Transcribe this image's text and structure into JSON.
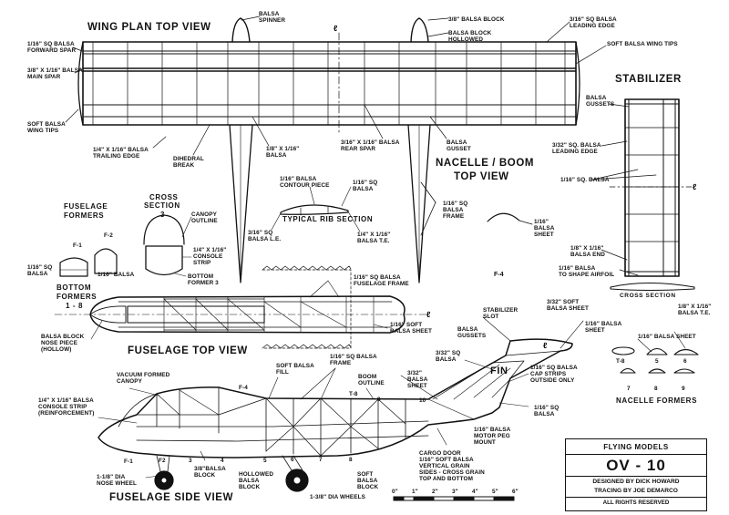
{
  "titles": {
    "wing_plan": "WING PLAN TOP VIEW",
    "stabilizer": "STABILIZER",
    "nacelle_line1": "NACELLE / BOOM",
    "nacelle_line2": "TOP VIEW",
    "fuselage_formers_1": "FUSELAGE",
    "fuselage_formers_2": "FORMERS",
    "cross_section_1": "CROSS",
    "cross_section_2": "SECTION",
    "cross_section_num": "3",
    "typical_rib": "TYPICAL RIB SECTION",
    "bottom_formers_1": "BOTTOM",
    "bottom_formers_2": "FORMERS",
    "bottom_formers_3": "1 - 8",
    "fuselage_top": "FUSELAGE TOP VIEW",
    "fuselage_side": "FUSELAGE SIDE VIEW",
    "fin": "FIN",
    "nacelle_formers": "NACELLE FORMERS",
    "cross_section_stab": "CROSS SECTION"
  },
  "labels": {
    "balsa_spinner": "BALSA\nSPINNER",
    "balsa_block_38": "3/8\" BALSA BLOCK",
    "balsa_block_hollowed": "BALSA BLOCK\nHOLLOWED",
    "sq_leading_edge": "3/16\" SQ BALSA\nLEADING EDGE",
    "soft_wing_tips_r": "SOFT BALSA WING TIPS",
    "fwd_spar": "1/16\" SQ BALSA\nFORWARD SPAR",
    "main_spar": "3/8\" x 1/16\" BALSA\nMAIN SPAR",
    "soft_wing_tips_l": "SOFT BALSA\nWING TIPS",
    "trailing_edge": "1/4\" x 1/16\" BALSA\nTRAILING EDGE",
    "dihedral_break": "DIHEDRAL\nBREAK",
    "balsa_18_116": "1/8\" x 1/16\"\nBALSA",
    "rear_spar": "3/16\" x 1/16\" BALSA\nREAR SPAR",
    "balsa_gusset": "BALSA\nGUSSET",
    "stab_gussets": "BALSA\nGUSSETS",
    "stab_leading": "3/32\" SQ. BALSA\nLEADING EDGE",
    "stab_116sq": "1/16\" SQ. BALSA",
    "contour_piece": "1/16\" BALSA\nCONTOUR PIECE",
    "rib_116sq": "1/16\" SQ\nBALSA",
    "canopy_outline": "CANOPY\nOUTLINE",
    "rib_le": "3/16\" SQ\nBALSA L.E.",
    "rib_te": "1/4\" x 1/16\"\nBALSA T.E.",
    "boom_frame": "1/16\" SQ\nBALSA\nFRAME",
    "boom_sheet": "1/16\"\nBALSA\nSHEET",
    "former_f1": "F-1",
    "former_f2": "F-2",
    "console_strip": "1/4\" x 1/16\"\nCONSOLE\nSTRIP",
    "f1_sq_balsa": "1/16\" SQ\nBALSA",
    "f2_balsa": "1/16\" BALSA",
    "bottom_former_3": "BOTTOM\nFORMER 3",
    "f4": "F-4",
    "balsa_end": "1/8\" x 1/16\"\nBALSA END",
    "shape_airfoil": "1/16\" BALSA\nTO SHAPE AIRFOIL",
    "fuselage_frame": "1/16\" SQ BALSA\nFUSELAGE FRAME",
    "nose_piece": "BALSA BLOCK\nNOSE PIECE\n(HOLLOW)",
    "top_sheet": "1/16\" SOFT\nBALSA SHEET",
    "stab_slot": "STABILIZER\nSLOT",
    "soft_sheet_332": "3/32\" SOFT\nBALSA SHEET",
    "balsa_te_18": "1/8\" x 1/16\"\nBALSA T.E.",
    "fin_gussets": "BALSA\nGUSSETS",
    "fin_sheet_116": "1/16\" BALSA\nSHEET",
    "nacelle_sheet": "1/16\" BALSA SHEET",
    "fin_332_sq": "3/32\" SQ\nBALSA",
    "fin_332_sheet": "3/32\"\nBALSA\nSHEET",
    "cap_strips": "1/16\" SQ BALSA\nCAP STRIPS\nOUTSIDE ONLY",
    "fin_116sq": "1/16\" SQ\nBALSA",
    "motor_peg": "1/16\" BALSA\nMOTOR PEG\nMOUNT",
    "vacuum_canopy": "VACUUM FORMED\nCANOPY",
    "soft_fill": "SOFT BALSA\nFILL",
    "side_frame": "1/16\" SQ BALSA\nFRAME",
    "boom_outline": "BOOM\nOUTLINE",
    "console_reinf": "1/4\" x 1/16\" BALSA\nCONSOLE STRIP\n(REINFORCEMENT)",
    "cargo_door": "CARGO DOOR\n1/16\" SOFT BALSA\nVERTICAL GRAIN\nSIDES - CROSS GRAIN\nTOP AND BOTTOM",
    "nose_wheel": "1-1/8\" DIA\nNOSE WHEEL",
    "balsa_block_38_side": "3/8\"BALSA\nBLOCK",
    "hollowed_block": "HOLLOWED\nBALSA\nBLOCK",
    "soft_block": "SOFT\nBALSA\nBLOCK",
    "wheels": "1-3/8\" DIA WHEELS",
    "nf_t8": "T-8",
    "nf_5": "5",
    "nf_6": "6",
    "nf_7": "7",
    "nf_8": "8",
    "nf_9": "9",
    "side_f1": "F-1",
    "side_f2": "F2",
    "side_3": "3",
    "side_4": "4",
    "side_5": "5",
    "side_6": "6",
    "side_7": "7",
    "side_8": "8",
    "side_t8": "T-8",
    "side_9": "9",
    "side_10": "10",
    "cl_wing": "ℓ",
    "cl_stab": "ℓ",
    "cl_fus": "ℓ",
    "cl_fin": "ℓ"
  },
  "scale": [
    "0\"",
    "1\"",
    "2\"",
    "3\"",
    "4\"",
    "5\"",
    "6\""
  ],
  "title_block": {
    "magazine": "FLYING MODELS",
    "model": "OV - 10",
    "designer": "DESIGNED BY DICK HOWARD",
    "tracer": "TRACING BY JOE DEMARCO",
    "rights": "ALL RIGHTS RESERVED"
  }
}
